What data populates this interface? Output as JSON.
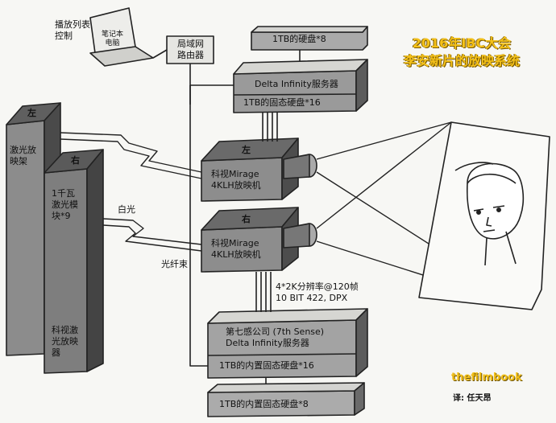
{
  "title": {
    "line1": "2016年IBC大会",
    "line2": "李安新片的放映系统"
  },
  "playlist_control": "播放列表\n控制",
  "laptop": "笔记本\n电脑",
  "router": "局域网\n路由器",
  "storage_top": "1TB的硬盘*8",
  "server_top": {
    "name": "Delta Infinity服务器",
    "storage": "1TB的固态硬盘*16"
  },
  "laser_rack": {
    "left_tag": "左",
    "right_tag": "右",
    "rack_label": "激光放\n映架",
    "module_label": "1千瓦\n激光模\n块*9",
    "bottom_label": "科视激\n光放映\n器"
  },
  "white_light": "白光",
  "fiber": "光纤束",
  "projector_left": {
    "tag": "左",
    "label": "科视Mirage\n4KLH放映机"
  },
  "projector_right": {
    "tag": "右",
    "label": "科视Mirage\n4KLH放映机"
  },
  "stream_spec": "4*2K分辨率@120帧\n10 BIT 422, DPX",
  "server_bottom": {
    "name": "第七感公司 (7th Sense)\nDelta Infinity服务器",
    "storage": "1TB的内置固态硬盘*16"
  },
  "storage_bottom": "1TB的内置固态硬盘*8",
  "brand": "thefilmbook",
  "credit": "译: 任天昂"
}
